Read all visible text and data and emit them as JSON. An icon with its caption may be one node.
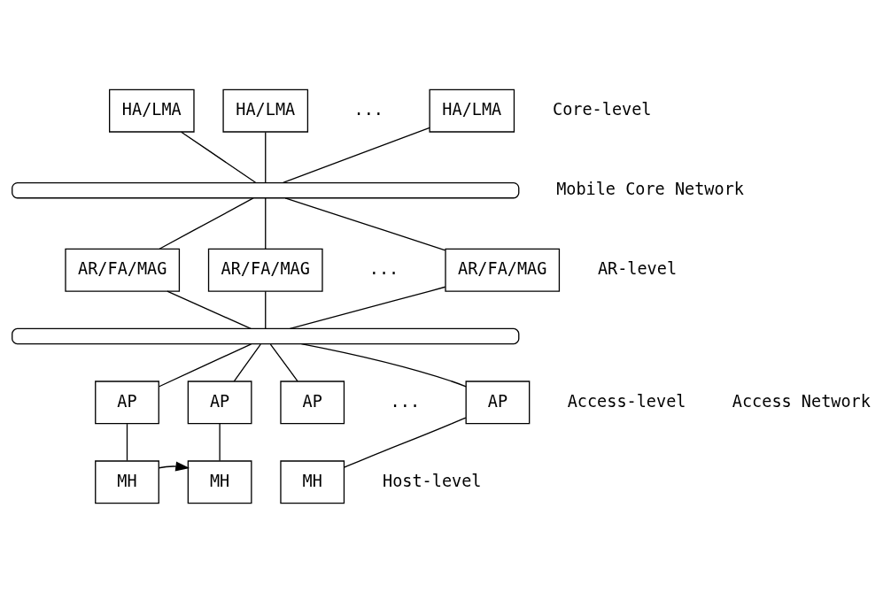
{
  "diagram": {
    "nodes": [
      {
        "text": [
          "HA/LMA"
        ]
      },
      {
        "text": [
          "HA/LMA"
        ]
      },
      {
        "text": [
          "HA/LMA"
        ]
      },
      {
        "text": [],
        "shape": "bar"
      },
      {
        "text": [
          "AR/FA/MAG"
        ]
      },
      {
        "text": [
          "AR/FA/MAG"
        ]
      },
      {
        "text": [
          "AR/FA/MAG"
        ]
      },
      {
        "text": [],
        "shape": "bar"
      },
      {
        "text": [
          "AP"
        ]
      },
      {
        "text": [
          "AP"
        ]
      },
      {
        "text": [
          "AP"
        ]
      },
      {
        "text": [
          "AP"
        ]
      },
      {
        "text": [
          "MH"
        ]
      },
      {
        "text": [
          "MH"
        ]
      },
      {
        "text": [
          "MH"
        ]
      }
    ],
    "edges": [
      {
        "from": 0,
        "to": 3,
        "arrow": "none"
      },
      {
        "from": 1,
        "to": 3,
        "arrow": "none"
      },
      {
        "from": 2,
        "to": 3,
        "arrow": "none"
      },
      {
        "from": 3,
        "to": 4,
        "arrow": "none"
      },
      {
        "from": 3,
        "to": 5,
        "arrow": "none"
      },
      {
        "from": 3,
        "to": 6,
        "arrow": "none"
      },
      {
        "from": 4,
        "to": 7,
        "arrow": "none"
      },
      {
        "from": 5,
        "to": 7,
        "arrow": "none"
      },
      {
        "from": 6,
        "to": 7,
        "arrow": "none"
      },
      {
        "from": 7,
        "to": 8,
        "arrow": "none"
      },
      {
        "from": 7,
        "to": 9,
        "arrow": "none"
      },
      {
        "from": 7,
        "to": 10,
        "arrow": "none"
      },
      {
        "from": 7,
        "to": 11,
        "arrow": "none"
      },
      {
        "from": 8,
        "to": 12,
        "arrow": "none"
      },
      {
        "from": 9,
        "to": 13,
        "arrow": "none"
      },
      {
        "from": 11,
        "to": 14,
        "arrow": "none"
      },
      {
        "from": 12,
        "to": 13,
        "arrow": "to"
      }
    ],
    "labels": [
      "...",
      "Core-level",
      "Mobile Core Network",
      "...",
      "AR-level",
      "...",
      "Access-level",
      "Access Network",
      "Host-level"
    ]
  }
}
